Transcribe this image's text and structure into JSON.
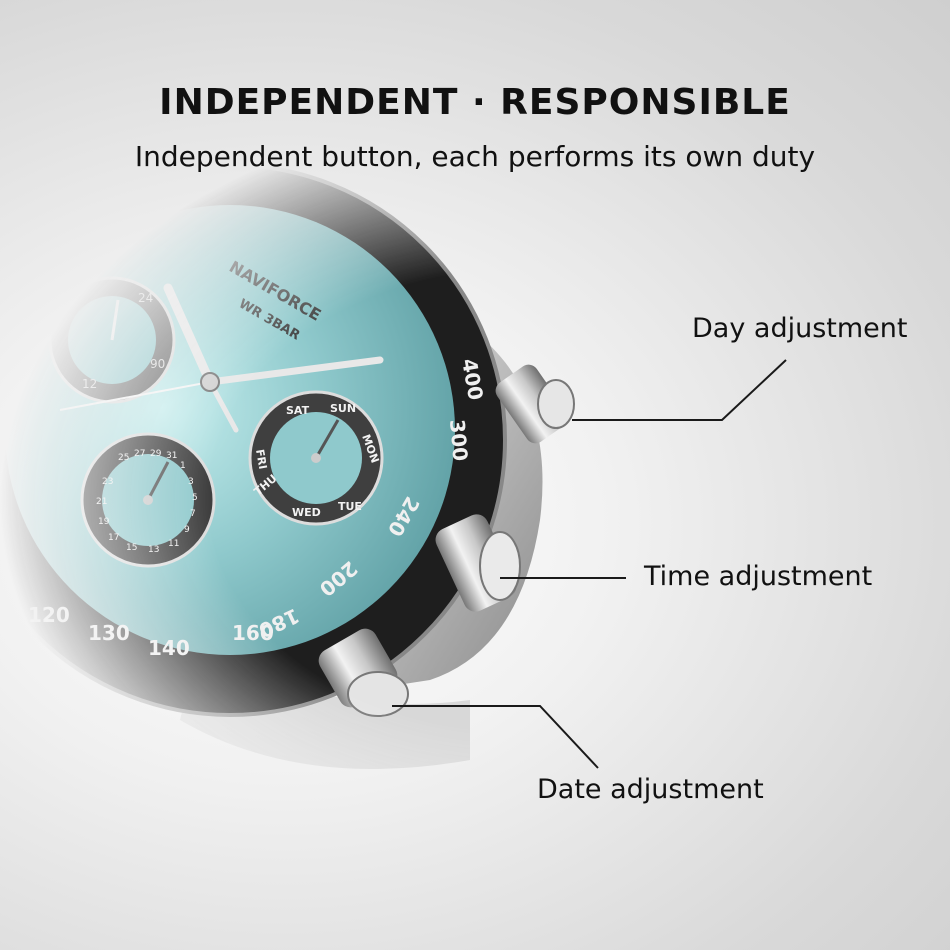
{
  "header": {
    "title": "INDEPENDENT · RESPONSIBLE",
    "subtitle": "Independent button, each performs its own duty"
  },
  "watch": {
    "brand": "NAVIFORCE",
    "water_resistance": "WR 3BAR",
    "bezel_numbers": [
      "400",
      "300",
      "240",
      "200",
      "180",
      "160",
      "140",
      "130",
      "120"
    ],
    "day_subdial_labels": [
      "SAT",
      "SUN",
      "MON",
      "TUE",
      "WED",
      "THU",
      "FRI"
    ],
    "date_subdial_labels": [
      "25",
      "27",
      "29",
      "31",
      "1",
      "3",
      "5",
      "7",
      "9",
      "11",
      "13",
      "15",
      "17",
      "19",
      "21",
      "23"
    ],
    "hour_subdial_labels": [
      "24",
      "12",
      "90"
    ],
    "colors": {
      "dial": "#8fc9cc",
      "bezel": "#1e1e1e",
      "steel": "#c9c9c9"
    }
  },
  "callouts": {
    "day": "Day adjustment",
    "time": "Time adjustment",
    "date": "Date adjustment"
  }
}
